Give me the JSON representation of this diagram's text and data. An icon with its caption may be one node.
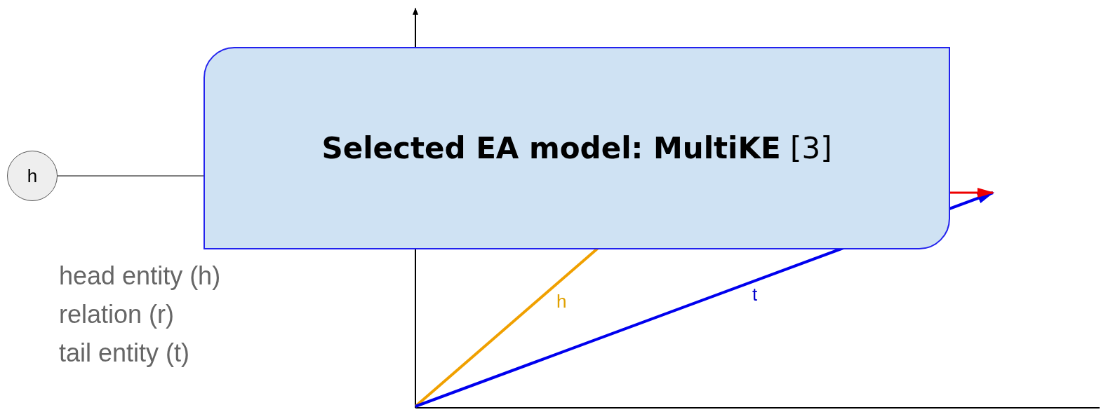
{
  "diagram": {
    "nodes": [
      {
        "text": [
          "h"
        ]
      },
      {
        "text": [
          "**Selected EA model: MultiKE** [3]"
        ]
      }
    ],
    "edges": [
      {
        "from": 0,
        "to": 1,
        "arrow": "none"
      }
    ],
    "labels": [
      "head entity (h)",
      "relation (r)",
      "tail entity (t)",
      "h",
      "t"
    ]
  }
}
